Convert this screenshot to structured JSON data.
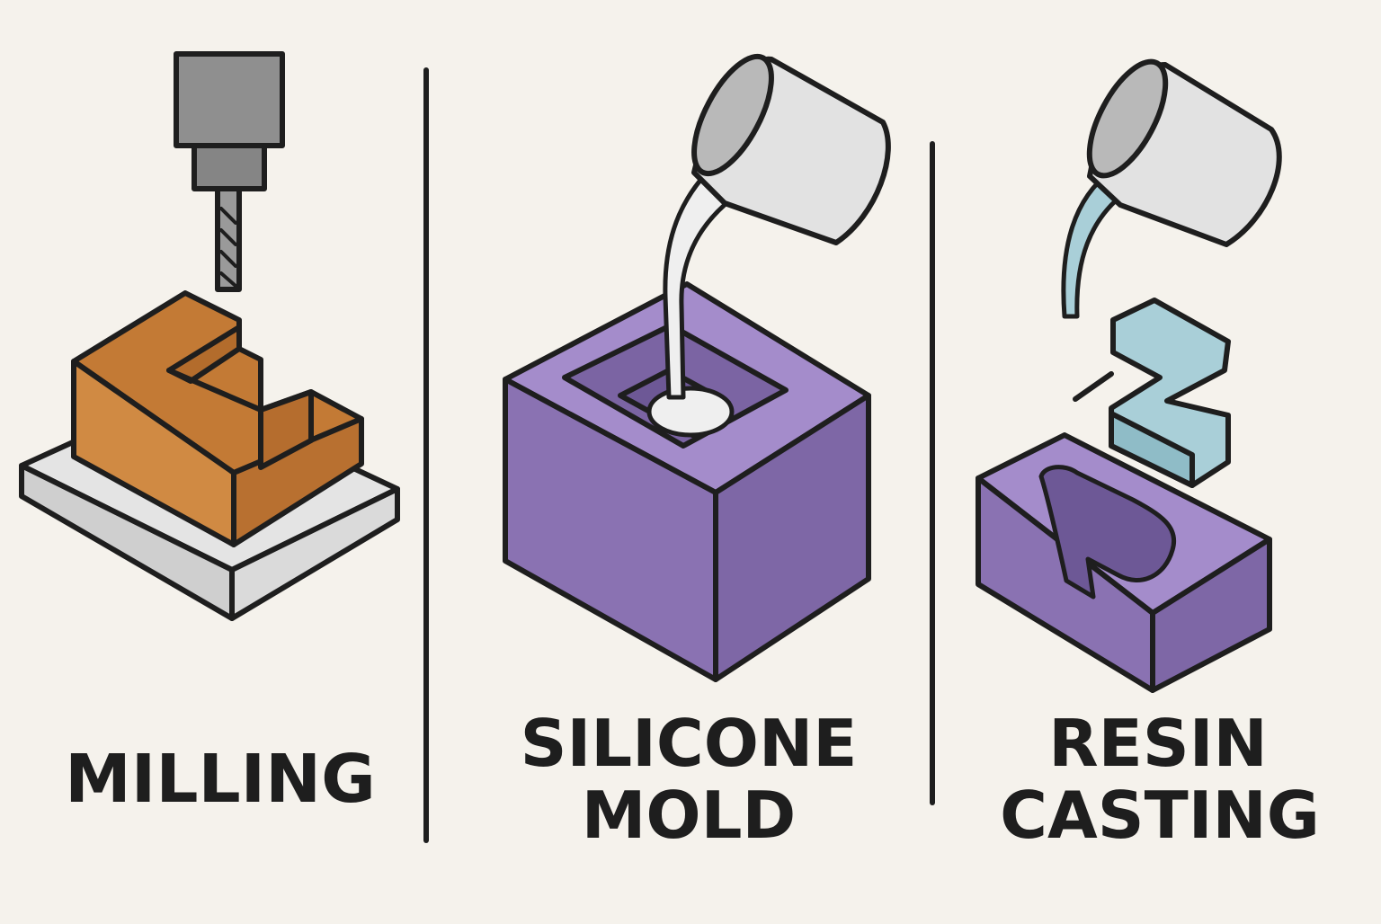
{
  "panels": [
    {
      "id": "milling",
      "label_lines": [
        "MILLING"
      ]
    },
    {
      "id": "silicone-mold",
      "label_lines": [
        "SILICONE",
        "MOLD"
      ]
    },
    {
      "id": "resin-casting",
      "label_lines": [
        "RESIN",
        "CASTING"
      ]
    }
  ],
  "colors": {
    "background": "#f5f2ec",
    "outline": "#1e1e1e",
    "workpiece": "#cc8138",
    "base_plate": "#dcdcdc",
    "tool": "#8f8f8f",
    "silicone": "#8a72b2",
    "silicone_top": "#a48ccb",
    "pour_cup": "#dedede",
    "liquid_silicone": "#efefef",
    "liquid_resin": "#a9cfd8"
  }
}
